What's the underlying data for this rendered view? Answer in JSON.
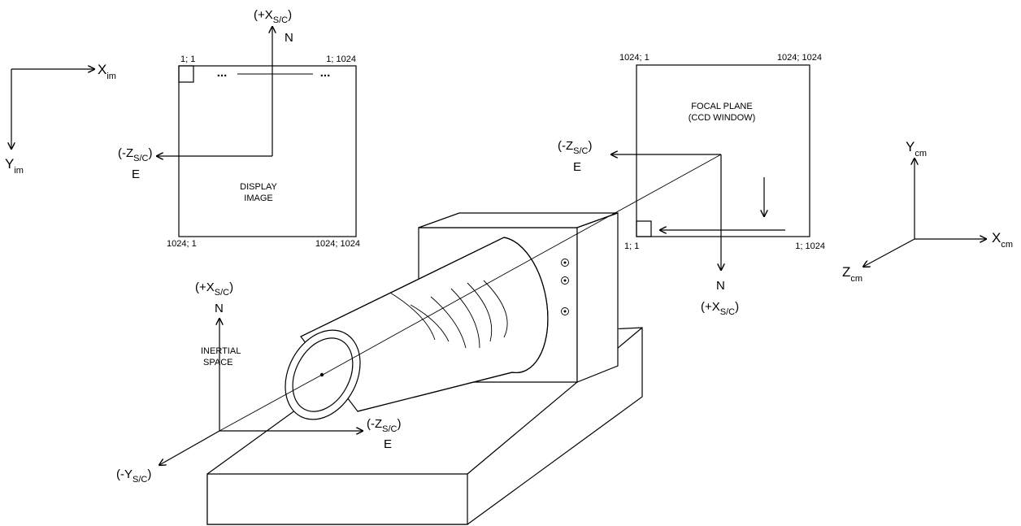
{
  "image_axes": {
    "x_label": "X",
    "x_sub": "im",
    "y_label": "Y",
    "y_sub": "im"
  },
  "display_image": {
    "corner_tl": "1; 1",
    "corner_tr": "1; 1024",
    "corner_bl": "1024; 1",
    "corner_br": "1024; 1024",
    "dots": "...",
    "title_line1": "DISPLAY",
    "title_line2": "IMAGE",
    "north_prefix": "(+X",
    "north_sub": "S/C",
    "north_suffix": ")",
    "north_letter": "N",
    "east_prefix": "(-Z",
    "east_sub": "S/C",
    "east_suffix": ")",
    "east_letter": "E"
  },
  "focal_plane": {
    "corner_tl": "1024; 1",
    "corner_tr": "1024; 1024",
    "corner_bl": "1; 1",
    "corner_br": "1; 1024",
    "title_line1": "FOCAL PLANE",
    "title_line2": "(CCD WINDOW)",
    "east_prefix": "(-Z",
    "east_sub": "S/C",
    "east_suffix": ")",
    "east_letter": "E",
    "north_letter": "N",
    "north_prefix": "(+X",
    "north_sub": "S/C",
    "north_suffix": ")"
  },
  "camera_axes": {
    "x_label": "X",
    "x_sub": "cm",
    "y_label": "Y",
    "y_sub": "cm",
    "z_label": "Z",
    "z_sub": "cm"
  },
  "inertial": {
    "north_prefix": "(+X",
    "north_sub": "S/C",
    "north_suffix": ")",
    "north_letter": "N",
    "space_line1": "INERTIAL",
    "space_line2": "SPACE",
    "east_prefix": "(-Z",
    "east_sub": "S/C",
    "east_suffix": ")",
    "east_letter": "E",
    "y_prefix": "(-Y",
    "y_sub": "S/C",
    "y_suffix": ")"
  }
}
